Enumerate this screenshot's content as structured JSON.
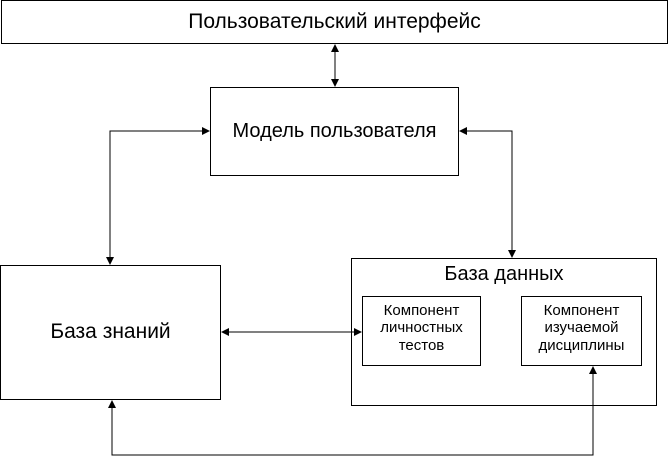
{
  "diagram": {
    "user_interface": {
      "label": "Пользовательский интерфейс"
    },
    "user_model": {
      "label": "Модель пользователя"
    },
    "knowledge_base": {
      "label": "База знаний"
    },
    "database": {
      "label": "База данных",
      "component_tests": {
        "label": "Компонент\nличностных\nтестов"
      },
      "component_discipline": {
        "label": "Компонент\nизучаемой\nдисциплины"
      }
    }
  }
}
